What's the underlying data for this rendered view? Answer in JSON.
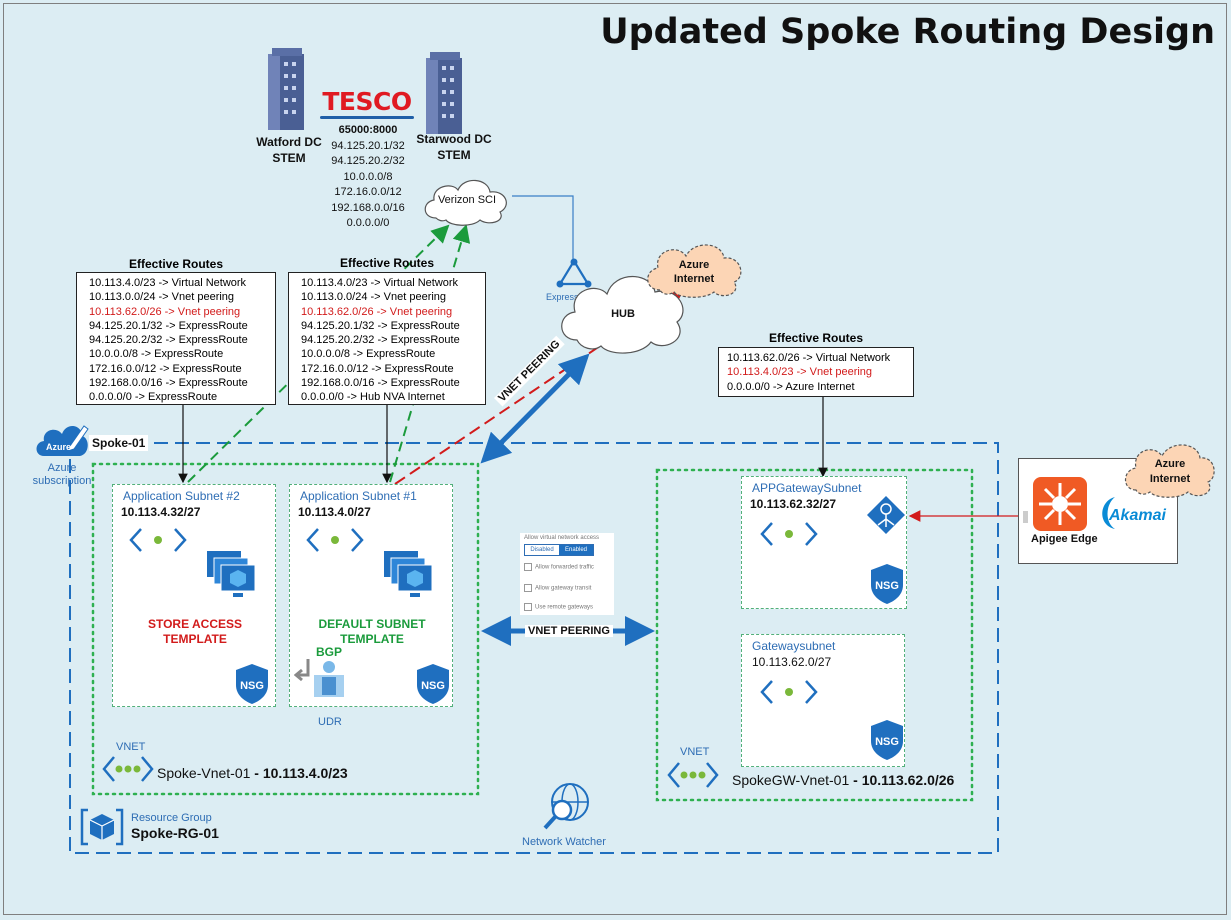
{
  "title": "Updated Spoke Routing Design",
  "datacenters": {
    "watford": {
      "name": "Watford DC",
      "sub": "STEM"
    },
    "starwood": {
      "name": "Starwood DC",
      "sub": "STEM"
    },
    "brand": "TESCO",
    "bgp_community": "65000:8000",
    "prefixes": [
      "94.125.20.1/32",
      "94.125.20.2/32",
      "10.0.0.0/8",
      "172.16.0.0/12",
      "192.168.0.0/16",
      "0.0.0.0/0"
    ]
  },
  "clouds": {
    "verizon": "Verizon SCI",
    "hub": "HUB",
    "azure_internet_top": [
      "Azure",
      "Internet"
    ],
    "azure_internet_right": [
      "Azure",
      "Internet"
    ]
  },
  "expressroute_label": "ExpressRoute",
  "effective_routes": {
    "heading": "Effective Routes",
    "subnet2": [
      {
        "text": "10.113.4.0/23 -> Virtual Network",
        "highlight": false
      },
      {
        "text": "10.113.0.0/24 -> Vnet peering",
        "highlight": false
      },
      {
        "text": "10.113.62.0/26 -> Vnet peering",
        "highlight": true
      },
      {
        "text": "94.125.20.1/32 -> ExpressRoute",
        "highlight": false
      },
      {
        "text": "94.125.20.2/32 -> ExpressRoute",
        "highlight": false
      },
      {
        "text": "10.0.0.0/8 -> ExpressRoute",
        "highlight": false
      },
      {
        "text": "172.16.0.0/12 -> ExpressRoute",
        "highlight": false
      },
      {
        "text": "192.168.0.0/16 -> ExpressRoute",
        "highlight": false
      },
      {
        "text": "0.0.0.0/0 -> ExpressRoute",
        "highlight": false
      }
    ],
    "subnet1": [
      {
        "text": "10.113.4.0/23 -> Virtual Network",
        "highlight": false
      },
      {
        "text": "10.113.0.0/24 -> Vnet peering",
        "highlight": false
      },
      {
        "text": "10.113.62.0/26 -> Vnet peering",
        "highlight": true
      },
      {
        "text": "94.125.20.1/32 -> ExpressRoute",
        "highlight": false
      },
      {
        "text": "94.125.20.2/32 -> ExpressRoute",
        "highlight": false
      },
      {
        "text": "10.0.0.0/8 -> ExpressRoute",
        "highlight": false
      },
      {
        "text": "172.16.0.0/12 -> ExpressRoute",
        "highlight": false
      },
      {
        "text": "192.168.0.0/16 -> ExpressRoute",
        "highlight": false
      },
      {
        "text": "0.0.0.0/0 -> Hub NVA Internet",
        "highlight": false
      }
    ],
    "gateway": [
      {
        "text": "10.113.62.0/26 -> Virtual Network",
        "highlight": false
      },
      {
        "text": "10.113.4.0/23 -> Vnet peering",
        "highlight": true
      },
      {
        "text": "0.0.0.0/0 -> Azure Internet",
        "highlight": false
      }
    ]
  },
  "azure": {
    "badge": "Azure",
    "subscription": [
      "Azure",
      "subscription"
    ],
    "spoke": "Spoke-01"
  },
  "subnets": {
    "app2": {
      "title": "Application Subnet #2",
      "cidr": "10.113.4.32/27",
      "template": [
        "STORE ACCESS",
        "TEMPLATE"
      ]
    },
    "app1": {
      "title": "Application Subnet #1",
      "cidr": "10.113.4.0/27",
      "template": [
        "DEFAULT SUBNET",
        "TEMPLATE"
      ]
    },
    "appgw": {
      "title": "APPGatewaySubnet",
      "cidr": "10.113.62.32/27"
    },
    "gw": {
      "title": "Gatewaysubnet",
      "cidr": "10.113.62.0/27"
    }
  },
  "nsg": "NSG",
  "bgp": "BGP",
  "udr": "UDR",
  "vnet": {
    "tag": "VNET",
    "spoke_name": "Spoke-Vnet-01",
    "spoke_cidr": " - 10.113.4.0/23",
    "gw_name": "SpokeGW-Vnet-01",
    "gw_cidr": " - 10.113.62.0/26"
  },
  "peering": {
    "main": "VNET PEERING",
    "diag": "VNET PEERING"
  },
  "settings_panel": {
    "header": "Allow virtual network access",
    "disabled": "Disabled",
    "enabled": "Enabled",
    "options": [
      "Allow forwarded traffic",
      "Allow gateway transit",
      "Use remote gateways"
    ]
  },
  "resource_group": {
    "label": "Resource Group",
    "name": "Spoke-RG-01"
  },
  "network_watcher": "Network Watcher",
  "partners": {
    "apigee": "Apigee Edge",
    "akamai": "Akamai"
  },
  "colors": {
    "blue": "#1f6fbf",
    "green": "#2eb050",
    "red": "#d21b1b",
    "background": "#dcedf3"
  }
}
